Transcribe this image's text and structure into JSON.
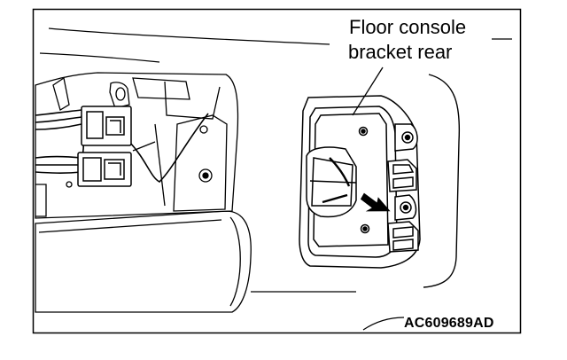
{
  "callout": {
    "line1": "Floor console",
    "line2": "bracket rear"
  },
  "reference_code": "AC609689AD"
}
